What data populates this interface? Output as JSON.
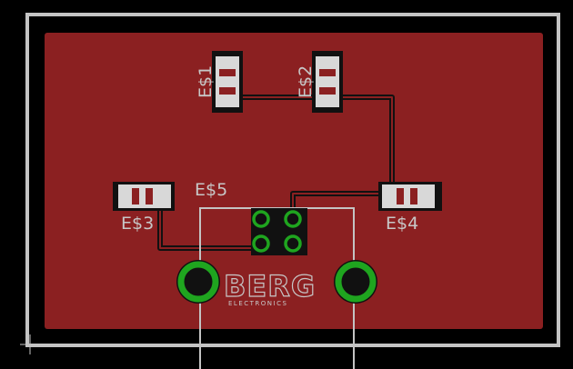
{
  "board": {
    "components": [
      {
        "id": "es1",
        "label": "E$1"
      },
      {
        "id": "es2",
        "label": "E$2"
      },
      {
        "id": "es3",
        "label": "E$3"
      },
      {
        "id": "es4",
        "label": "E$4"
      },
      {
        "id": "es5",
        "label": "E$5"
      }
    ],
    "silkscreen_logo": {
      "text": "BERG",
      "subtext": "ELECTRONICS"
    }
  },
  "colors": {
    "background": "#000000",
    "copper_fill": "#8b2021",
    "outline": "#c4c4c4",
    "pad": "#c9c9c9",
    "via": "#1fa51f",
    "trace": "#111111"
  }
}
